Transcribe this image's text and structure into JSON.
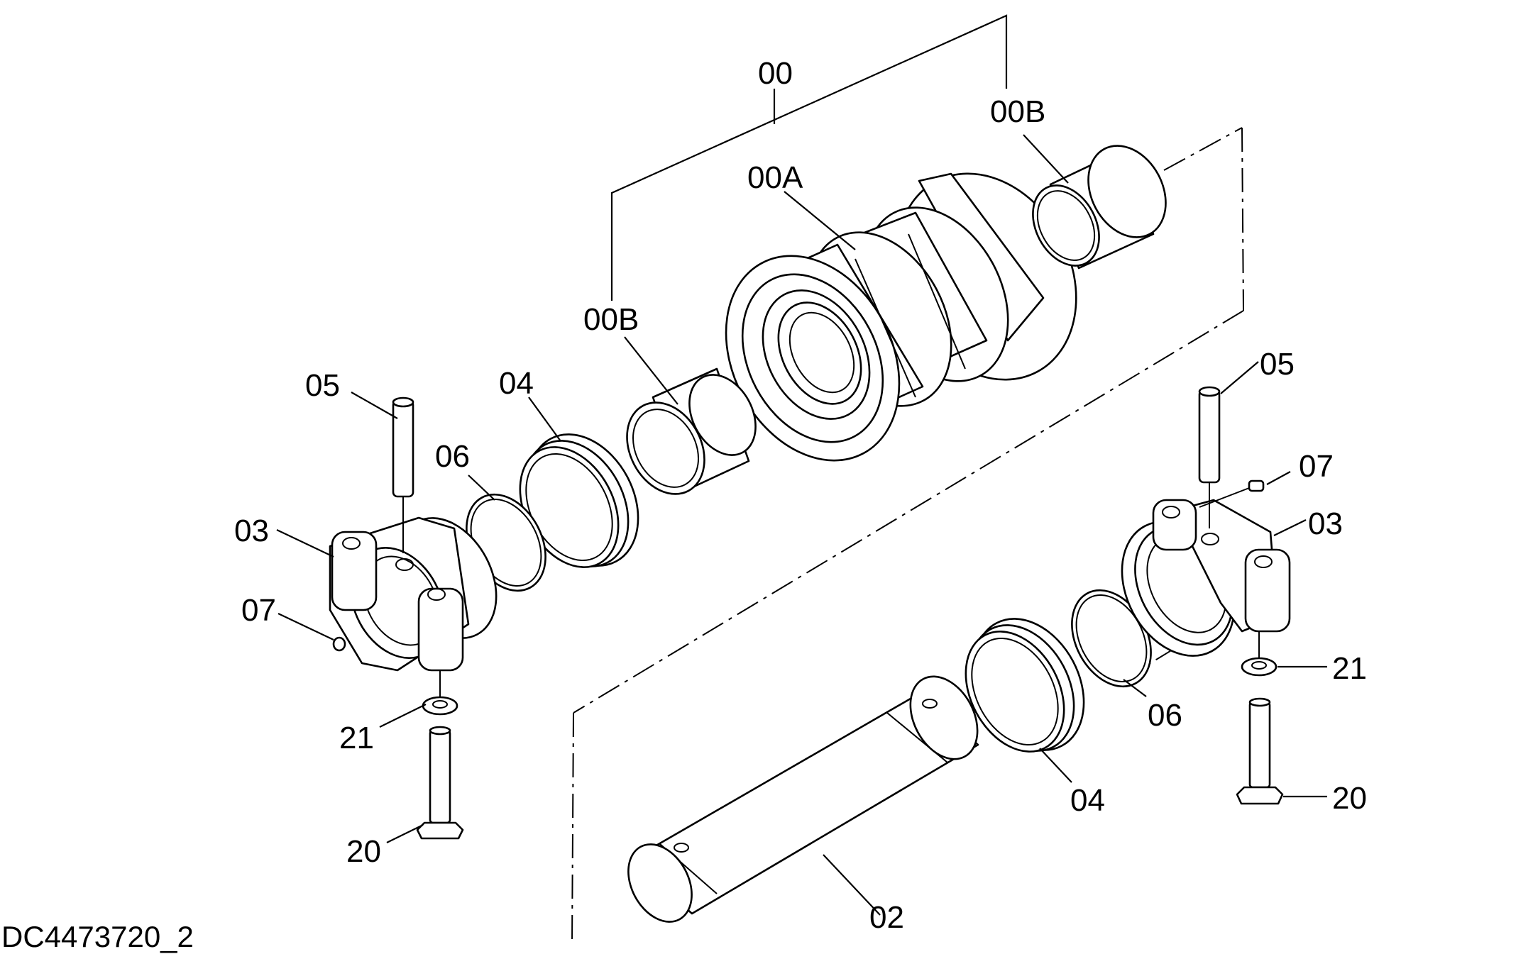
{
  "drawing_code": "DC4473720_2",
  "callouts": {
    "c00": "00",
    "c00A": "00A",
    "c00B_top": "00B",
    "c00B_left": "00B",
    "c05_left": "05",
    "c05_right": "05",
    "c04_top": "04",
    "c04_bottom": "04",
    "c06_left": "06",
    "c06_right": "06",
    "c03_left": "03",
    "c03_right": "03",
    "c07_left": "07",
    "c07_right": "07",
    "c21_left": "21",
    "c21_right": "21",
    "c20_left": "20",
    "c20_right": "20",
    "c02": "02"
  }
}
